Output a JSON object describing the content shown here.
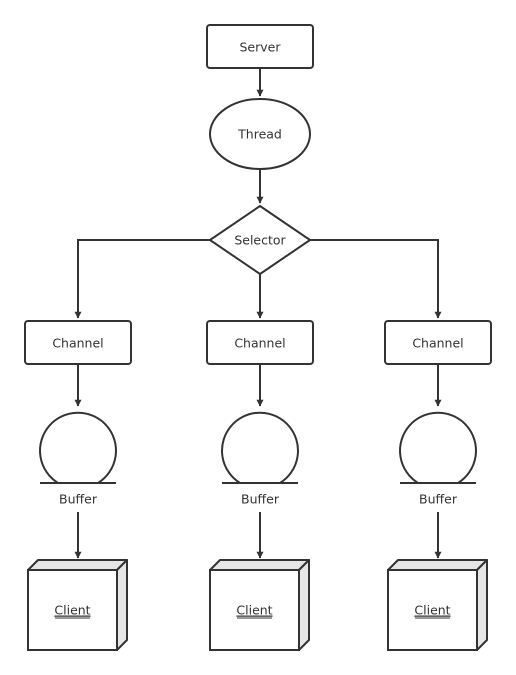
{
  "diagram": {
    "server": "Server",
    "thread": "Thread",
    "selector": "Selector",
    "branches": [
      {
        "channel": "Channel",
        "buffer": "Buffer",
        "client": "Client"
      },
      {
        "channel": "Channel",
        "buffer": "Buffer",
        "client": "Client"
      },
      {
        "channel": "Channel",
        "buffer": "Buffer",
        "client": "Client"
      }
    ]
  },
  "colors": {
    "stroke": "#333333",
    "fill": "#ffffff",
    "cube_side": "#e6e6e6"
  }
}
